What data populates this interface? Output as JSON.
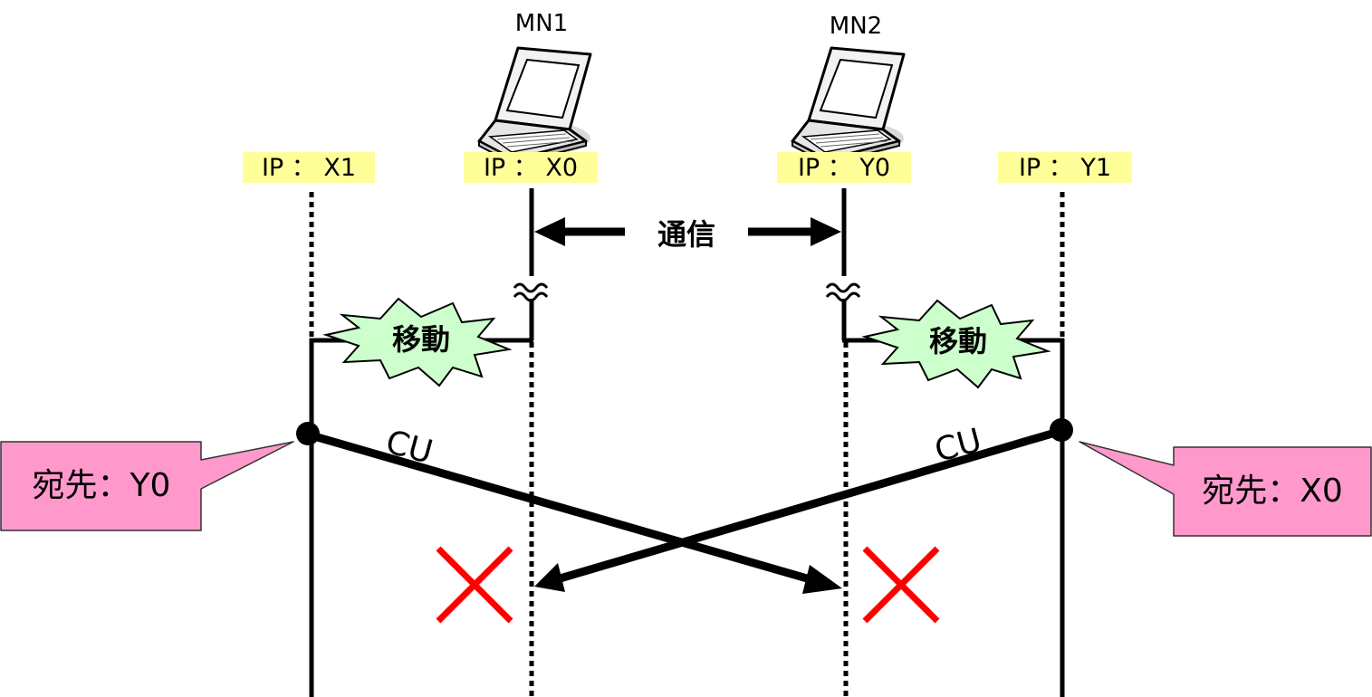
{
  "nodes": {
    "mn1": {
      "name": "MN1",
      "ip": "IP ： X0"
    },
    "mn2": {
      "name": "MN2",
      "ip": "IP ： Y0"
    },
    "x1": {
      "ip": "IP ： X1"
    },
    "y1": {
      "ip": "IP ： Y1"
    }
  },
  "labels": {
    "communication": "通信",
    "move_left": "移動",
    "move_right": "移動",
    "cu_left": "CU",
    "cu_right": "CU"
  },
  "callouts": {
    "left": "宛先：Y0",
    "right": "宛先：X0"
  },
  "colors": {
    "ip_label_bg": "#ffff99",
    "callout_fill": "#ff99cc",
    "burst_fill": "#ccffcc",
    "cross": "#ff0000",
    "line": "#000000"
  },
  "icons": {
    "node": "laptop-icon",
    "failure": "cross-icon",
    "break": "wave-break-icon"
  }
}
